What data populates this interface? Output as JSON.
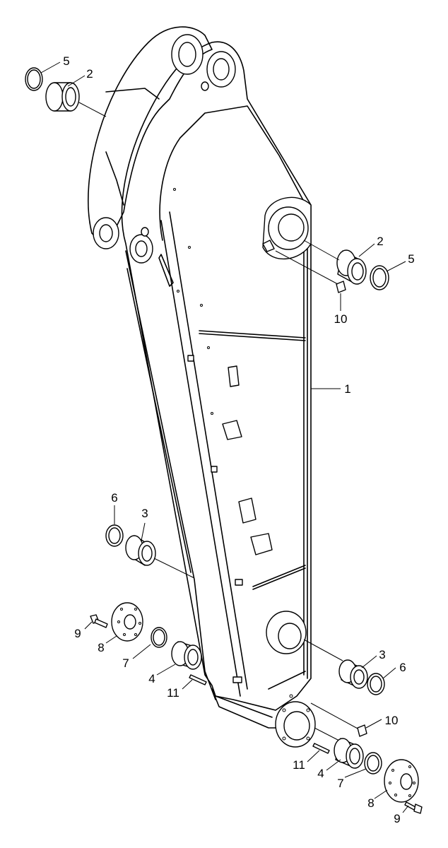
{
  "callouts": [
    {
      "id": "c5a",
      "label": "5"
    },
    {
      "id": "c2a",
      "label": "2"
    },
    {
      "id": "c2b",
      "label": "2"
    },
    {
      "id": "c5b",
      "label": "5"
    },
    {
      "id": "c10a",
      "label": "10"
    },
    {
      "id": "c1",
      "label": "1"
    },
    {
      "id": "c6a",
      "label": "6"
    },
    {
      "id": "c3a",
      "label": "3"
    },
    {
      "id": "c9a",
      "label": "9"
    },
    {
      "id": "c8a",
      "label": "8"
    },
    {
      "id": "c7a",
      "label": "7"
    },
    {
      "id": "c4a",
      "label": "4"
    },
    {
      "id": "c11a",
      "label": "11"
    },
    {
      "id": "c3b",
      "label": "3"
    },
    {
      "id": "c6b",
      "label": "6"
    },
    {
      "id": "c10b",
      "label": "10"
    },
    {
      "id": "c11b",
      "label": "11"
    },
    {
      "id": "c4b",
      "label": "4"
    },
    {
      "id": "c7b",
      "label": "7"
    },
    {
      "id": "c8b",
      "label": "8"
    },
    {
      "id": "c9b",
      "label": "9"
    }
  ]
}
